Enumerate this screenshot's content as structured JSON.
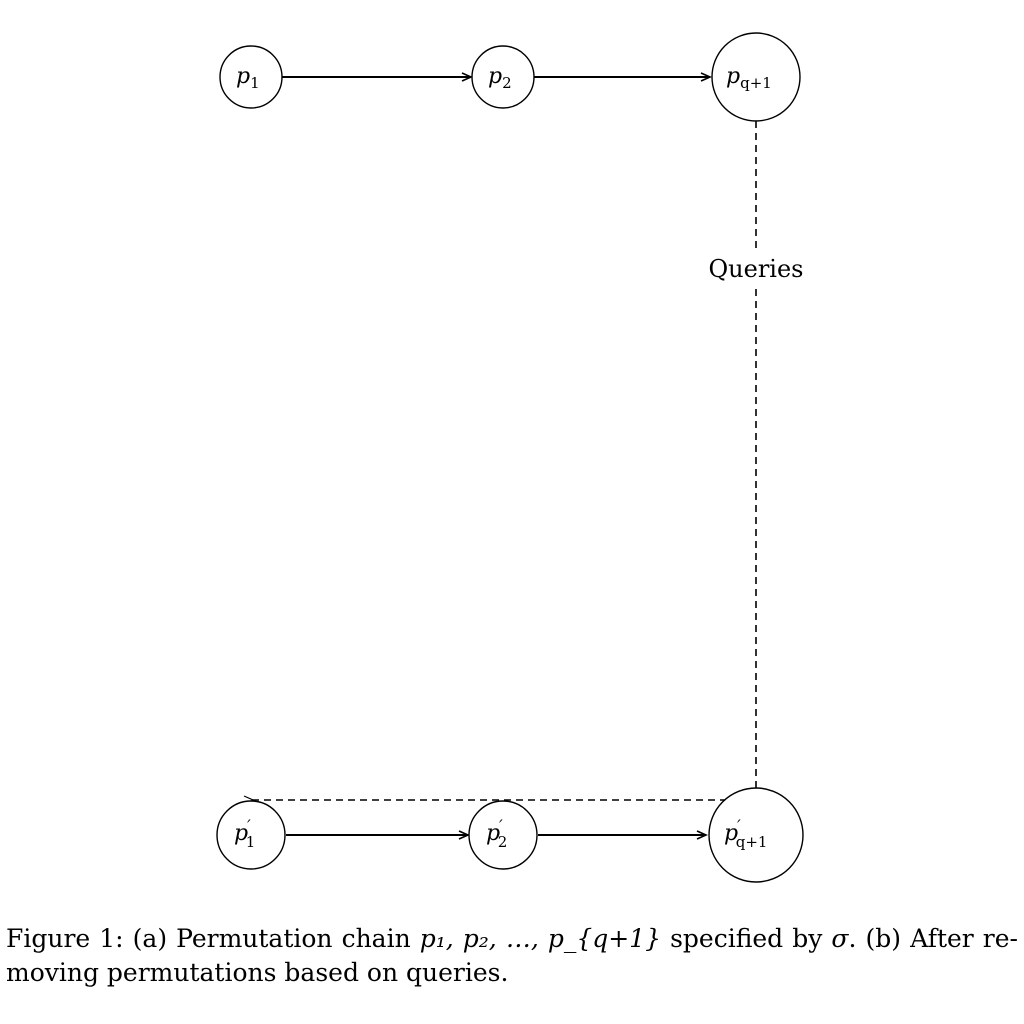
{
  "diagram": {
    "nodes": [
      {
        "id": "p1",
        "base": "p",
        "prime": "",
        "sub": "1"
      },
      {
        "id": "p2",
        "base": "p",
        "prime": "",
        "sub": "2"
      },
      {
        "id": "pq1",
        "base": "p",
        "prime": "",
        "sub": "q+1"
      },
      {
        "id": "pp1",
        "base": "p",
        "prime": "′",
        "sub": "1"
      },
      {
        "id": "pp2",
        "base": "p",
        "prime": "′",
        "sub": "2"
      },
      {
        "id": "ppq1",
        "base": "p",
        "prime": "′",
        "sub": "q+1"
      }
    ],
    "edge_label": "Queries"
  },
  "caption": {
    "figure_label": "Figure 1:",
    "part_a": "(a) Permutation chain",
    "chain_math": "p₁, p₂, …, p_{q+1}",
    "specified_by": "specified by",
    "sigma": "σ",
    "period": ".",
    "part_b": "(b) After re-moving permutations based on queries."
  }
}
